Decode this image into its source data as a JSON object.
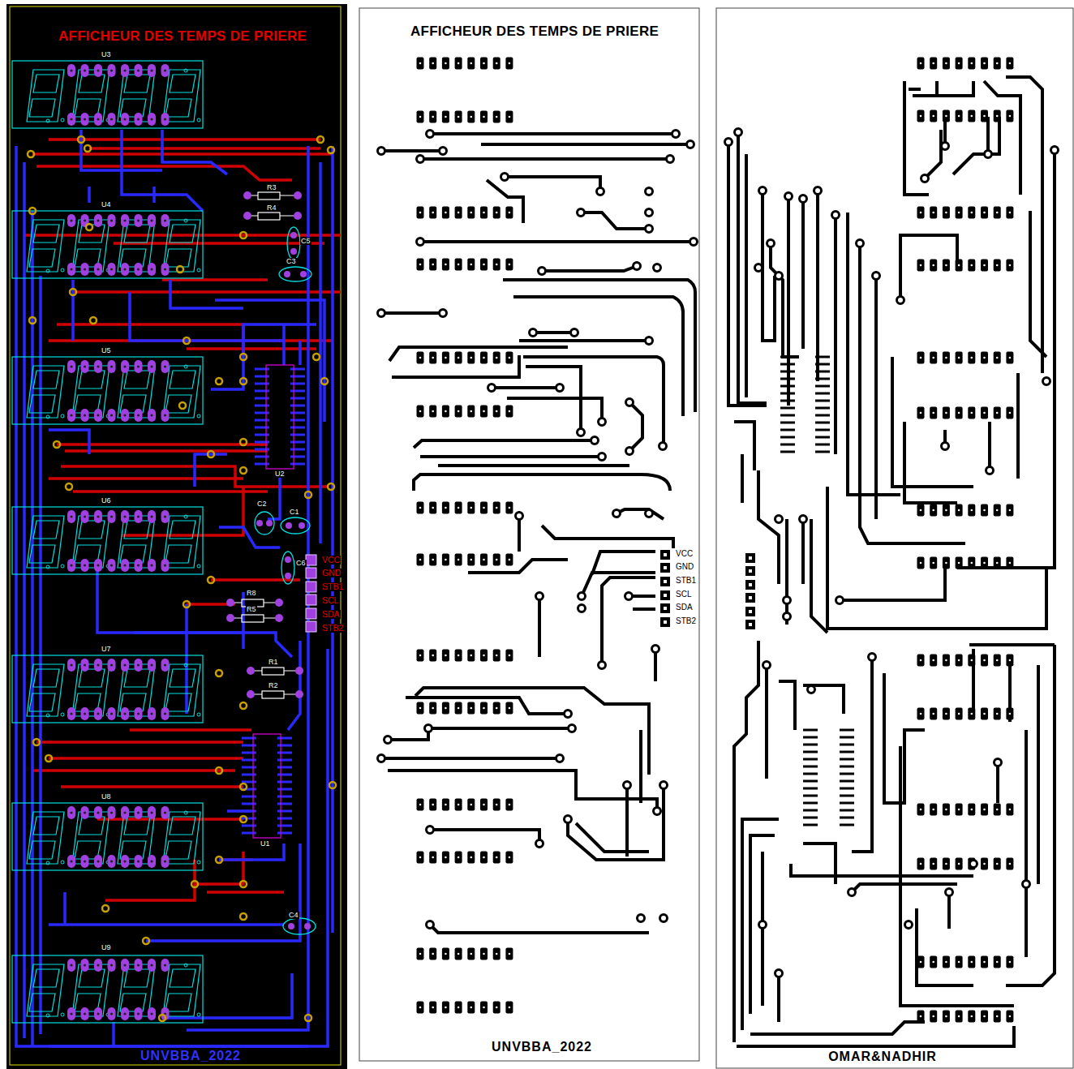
{
  "diagram": {
    "title": "AFFICHEUR DES TEMPS DE PRIERE",
    "labels": [
      "U3",
      "R3",
      "R4",
      "C5",
      "C3",
      "U4",
      "U5",
      "U2",
      "U6",
      "C2",
      "C1",
      "C6",
      "VCC",
      "GND",
      "STB1",
      "SCL",
      "SDA",
      "STB2",
      "R8",
      "R5",
      "U7",
      "R1",
      "R2",
      "U1",
      "U8",
      "C4",
      "U9",
      "UNVBBA_2022",
      "AFFICHEUR DES TEMPS DE PRIERE",
      "VCC",
      "GND",
      "STB1",
      "SCL",
      "SDA",
      "STB2",
      "UNVBBA_2022",
      "OMAR&NADHIR"
    ]
  }
}
